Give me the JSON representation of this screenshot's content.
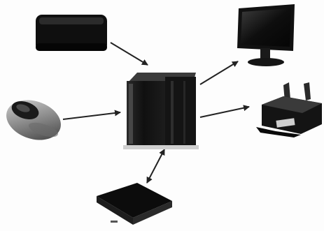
{
  "diagram": {
    "nodes": [
      {
        "id": "system-unit",
        "kind": "tower computer",
        "icon": "computer-tower-icon"
      },
      {
        "id": "keyboard",
        "kind": "input device",
        "icon": "keyboard-icon"
      },
      {
        "id": "mouse",
        "kind": "input device",
        "icon": "mouse-icon"
      },
      {
        "id": "storage-box",
        "kind": "bidirectional device",
        "icon": "external-drive-icon"
      },
      {
        "id": "monitor",
        "kind": "output device",
        "icon": "monitor-icon"
      },
      {
        "id": "printer",
        "kind": "output device",
        "icon": "printer-icon"
      }
    ],
    "edges": [
      {
        "from": "keyboard",
        "to": "system-unit",
        "direction": "in"
      },
      {
        "from": "mouse",
        "to": "system-unit",
        "direction": "in"
      },
      {
        "from": "storage-box",
        "to": "system-unit",
        "direction": "both"
      },
      {
        "from": "system-unit",
        "to": "monitor",
        "direction": "out"
      },
      {
        "from": "system-unit",
        "to": "printer",
        "direction": "out"
      }
    ],
    "colors": {
      "device": "#111111",
      "device_highlight": "#3a3a3a",
      "arrow": "#222222",
      "background": "#fdfdfd"
    }
  }
}
